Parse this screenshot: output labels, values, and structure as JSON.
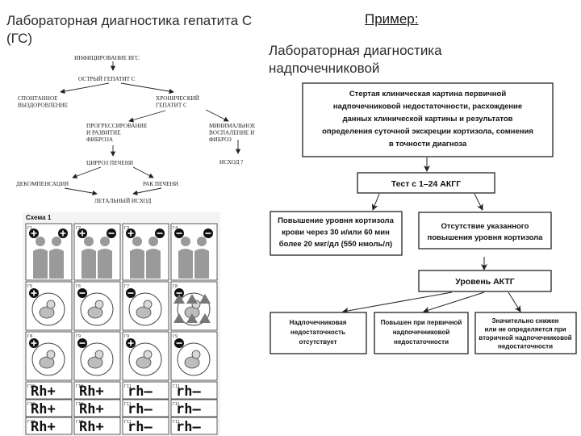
{
  "title_left": "Лабораторная диагностика гепатита С (ГС)",
  "example_label": "Пример:",
  "title_right": "Лабораторная диагностика надпочечниковой",
  "hcv_flow": {
    "nodes": [
      "ИНФИЦИРОВАНИЕ ВГС",
      "ОСТРЫЙ ГЕПАТИТ С",
      [
        "СПОНТАННОЕ",
        "ВЫЗДОРОВЛЕНИЕ"
      ],
      [
        "ХРОНИЧЕСКИЙ",
        "ГЕПАТИТ С"
      ],
      [
        "ПРОГРЕССИРОВАНИЕ",
        "И  РАЗВИТИЕ",
        "ФИБРОЗА"
      ],
      [
        "МИНИМАЛЬНОЕ",
        "ВОСПАЛЕНИЕ  И",
        "ФИБРОЗ"
      ],
      "ЦИРРОЗ ПЕЧЕНИ",
      "ИСХОД ?",
      "ДЕКОМПЕНСАЦИЯ",
      "РАК ПЕЧЕНИ",
      "ЛЕТАЛЬНЫЙ  ИСХОД"
    ]
  },
  "adrenal_flow": {
    "top_box": [
      "Стертая клиническая картина первичной",
      "надпочечниковой недостаточности, расхождение",
      "данных клинической картины и результатов",
      "определения суточной экскреции кортизола, сомнения",
      "в точности диагноза"
    ],
    "test_box": "Тест с 1–24 АКГГ",
    "left_box": [
      "Повышение уровня кортизола",
      "крови через 30 и/или 60 мин",
      "более 20 мкг/дл (550 нмоль/л)"
    ],
    "right_box": [
      "Отсутствие указанного",
      "повышения уровня кортизола"
    ],
    "acth_box": "Уровень АКТГ",
    "bottom_boxes": [
      [
        "Надпочечниковая",
        "недостаточность",
        "отсутствует"
      ],
      [
        "Повышен при первичной",
        "надпочечниковой",
        "недостаточности"
      ],
      [
        "Значительно снижен",
        "или не определяется при",
        "вторичной надпочечниковой",
        "недостаточности"
      ]
    ]
  },
  "scheme": {
    "title": "Схема 1",
    "row_labels": [
      [
        "Г1",
        "Г2",
        "Г3",
        "Г4"
      ],
      [
        "Г5",
        "Г6",
        "Г7",
        "Г8"
      ],
      [
        "Г8",
        "Г9",
        "Г9",
        "Г9"
      ],
      [
        "Г10",
        "Г10",
        "Г11",
        "Г11"
      ],
      [
        "Г10",
        "Г10",
        "Г11",
        "Г11"
      ],
      [
        "Г10",
        "Г10",
        "Г11",
        "Г11"
      ]
    ],
    "rh_labels": [
      [
        "Rh+",
        "Rh+",
        "rh–",
        "rh–"
      ],
      [
        "Rh+",
        "Rh+",
        "rh–",
        "rh–"
      ],
      [
        "Rh+",
        "Rh+",
        "rh–",
        "rh–"
      ]
    ]
  }
}
